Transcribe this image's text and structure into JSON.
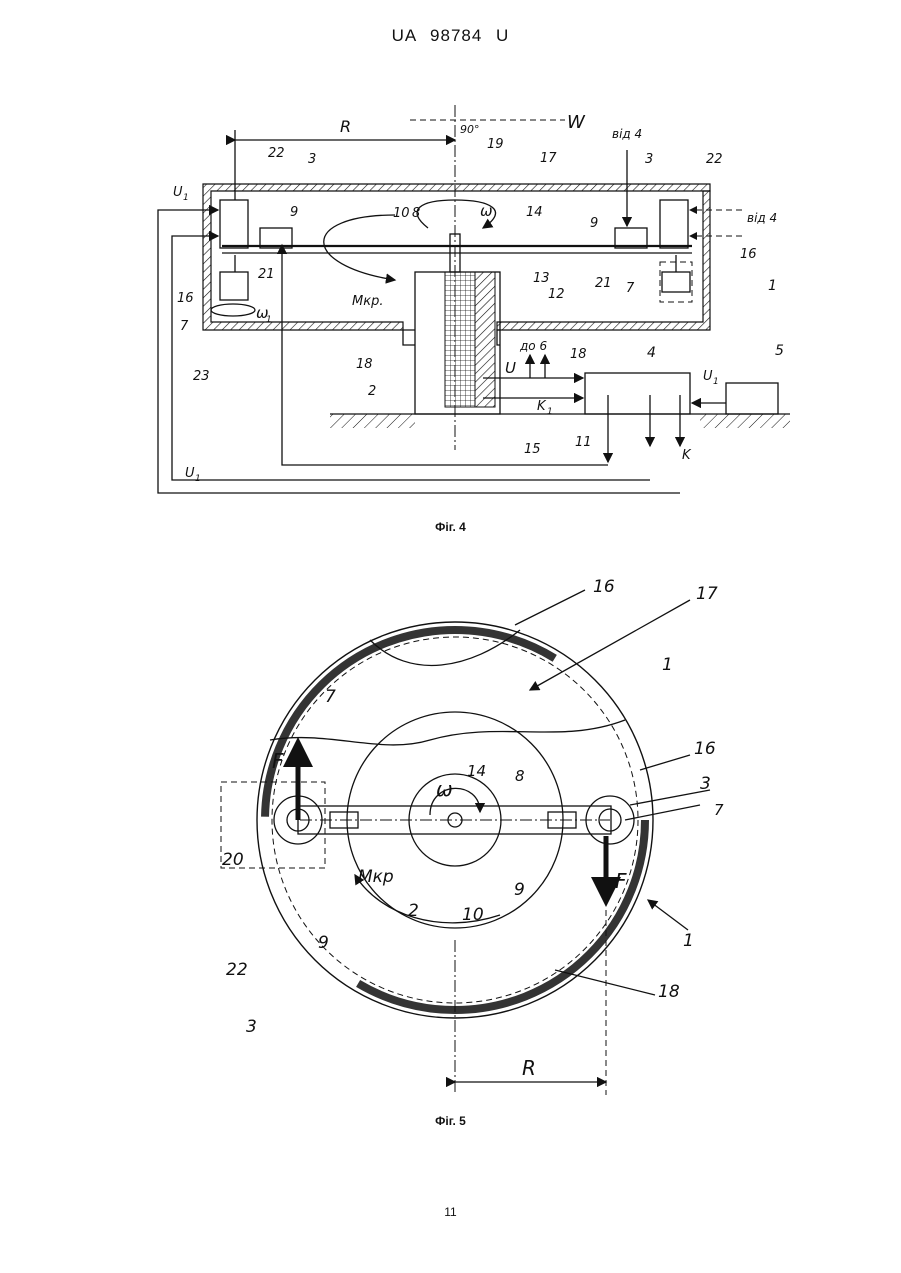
{
  "header": {
    "doc_id": "UA   98784   U"
  },
  "fig4": {
    "caption": "Фіг. 4",
    "labels": {
      "R": "R",
      "W": "W",
      "deg90": "90°",
      "l19": "19",
      "l17": "17",
      "l22a": "22",
      "l22b": "22",
      "l3a": "3",
      "l3b": "3",
      "l9a": "9",
      "l9b": "9",
      "l10": "10",
      "l8": "8",
      "omega": "ω",
      "l14": "14",
      "U1a": "U",
      "U1a_sub": "1",
      "U1b": "U",
      "U1b_sub": "1",
      "U1c": "U",
      "U1c_sub": "1",
      "vid4a": "від 4",
      "vid4b": "від 4",
      "l16a": "16",
      "l16b": "16",
      "l21a": "21",
      "l21b": "21",
      "l7a": "7",
      "l7b": "7",
      "omega1": "ω",
      "omega1_sub": "1",
      "Mkr": "Мкр.",
      "l13": "13",
      "l12": "12",
      "l1": "1",
      "l23": "23",
      "l18a": "18",
      "l18b": "18",
      "l2": "2",
      "do6": "до 6",
      "U": "U",
      "l4": "4",
      "l5": "5",
      "K1": "K",
      "K1_sub": "1",
      "l15": "15",
      "l11": "11",
      "K": "K"
    }
  },
  "fig5": {
    "caption": "Фіг. 5",
    "labels": {
      "l16a": "16",
      "l17": "17",
      "l1a": "1",
      "l7a": "7",
      "l16b": "16",
      "F_left": "F",
      "l14": "14",
      "omega": "ω",
      "l8": "8",
      "l3a": "3",
      "l7b": "7",
      "l20": "20",
      "Mkr": "Мкр",
      "l2": "2",
      "l10": "10",
      "l9a": "9",
      "F_right": "F",
      "l1b": "1",
      "l22": "22",
      "l9b": "9",
      "l3b": "3",
      "l18": "18",
      "R": "R"
    }
  },
  "page_number": "11"
}
